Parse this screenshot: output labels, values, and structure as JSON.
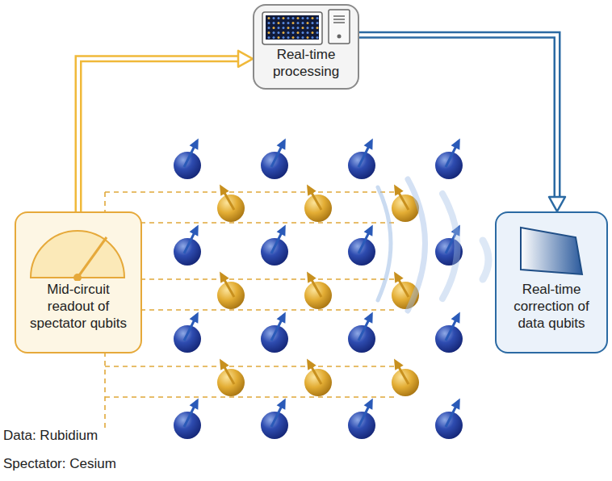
{
  "diagram": {
    "nodes": [
      {
        "text": [
          "Real-time processing"
        ]
      },
      {
        "text": [
          "Mid-circuit readout of spectator qubits"
        ]
      },
      {
        "text": [
          "Real-time correction of data qubits"
        ]
      }
    ],
    "edges": [
      {
        "from": 1,
        "to": 0,
        "arrow": "to"
      },
      {
        "from": 0,
        "to": 2,
        "arrow": "to"
      }
    ],
    "labels": [
      "Data: Rubidium",
      "Spectator: Cesium"
    ]
  }
}
